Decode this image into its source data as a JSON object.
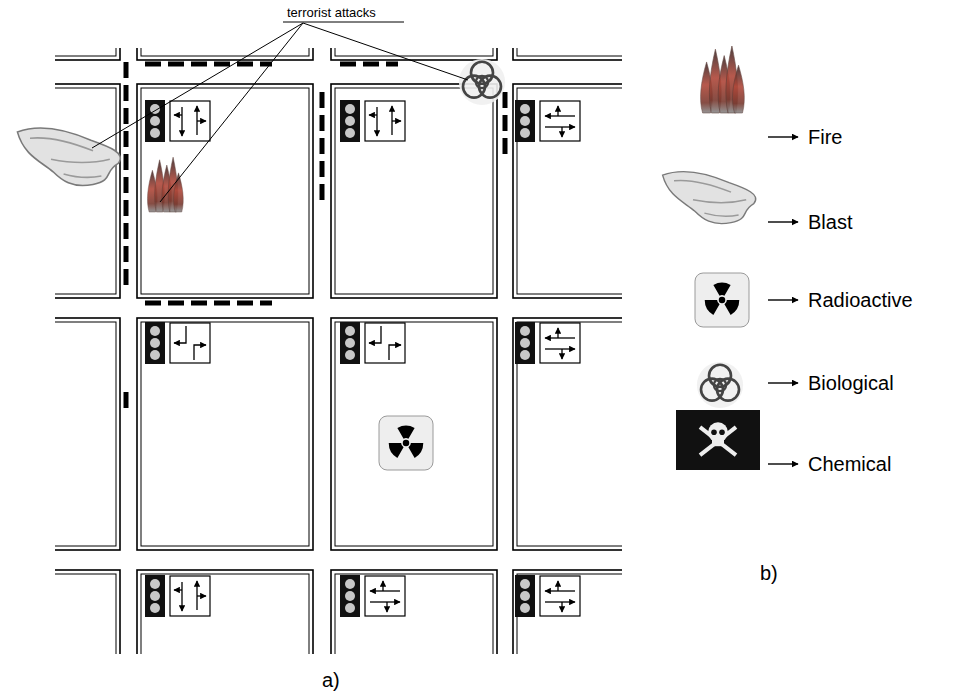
{
  "diagram": {
    "labels": [
      "terrorist attacks",
      "a)",
      "b)"
    ],
    "legend": [
      {
        "text": "Fire"
      },
      {
        "text": "Blast"
      },
      {
        "text": "Radioactive"
      },
      {
        "text": "Biological"
      },
      {
        "text": "Chemical"
      }
    ]
  }
}
